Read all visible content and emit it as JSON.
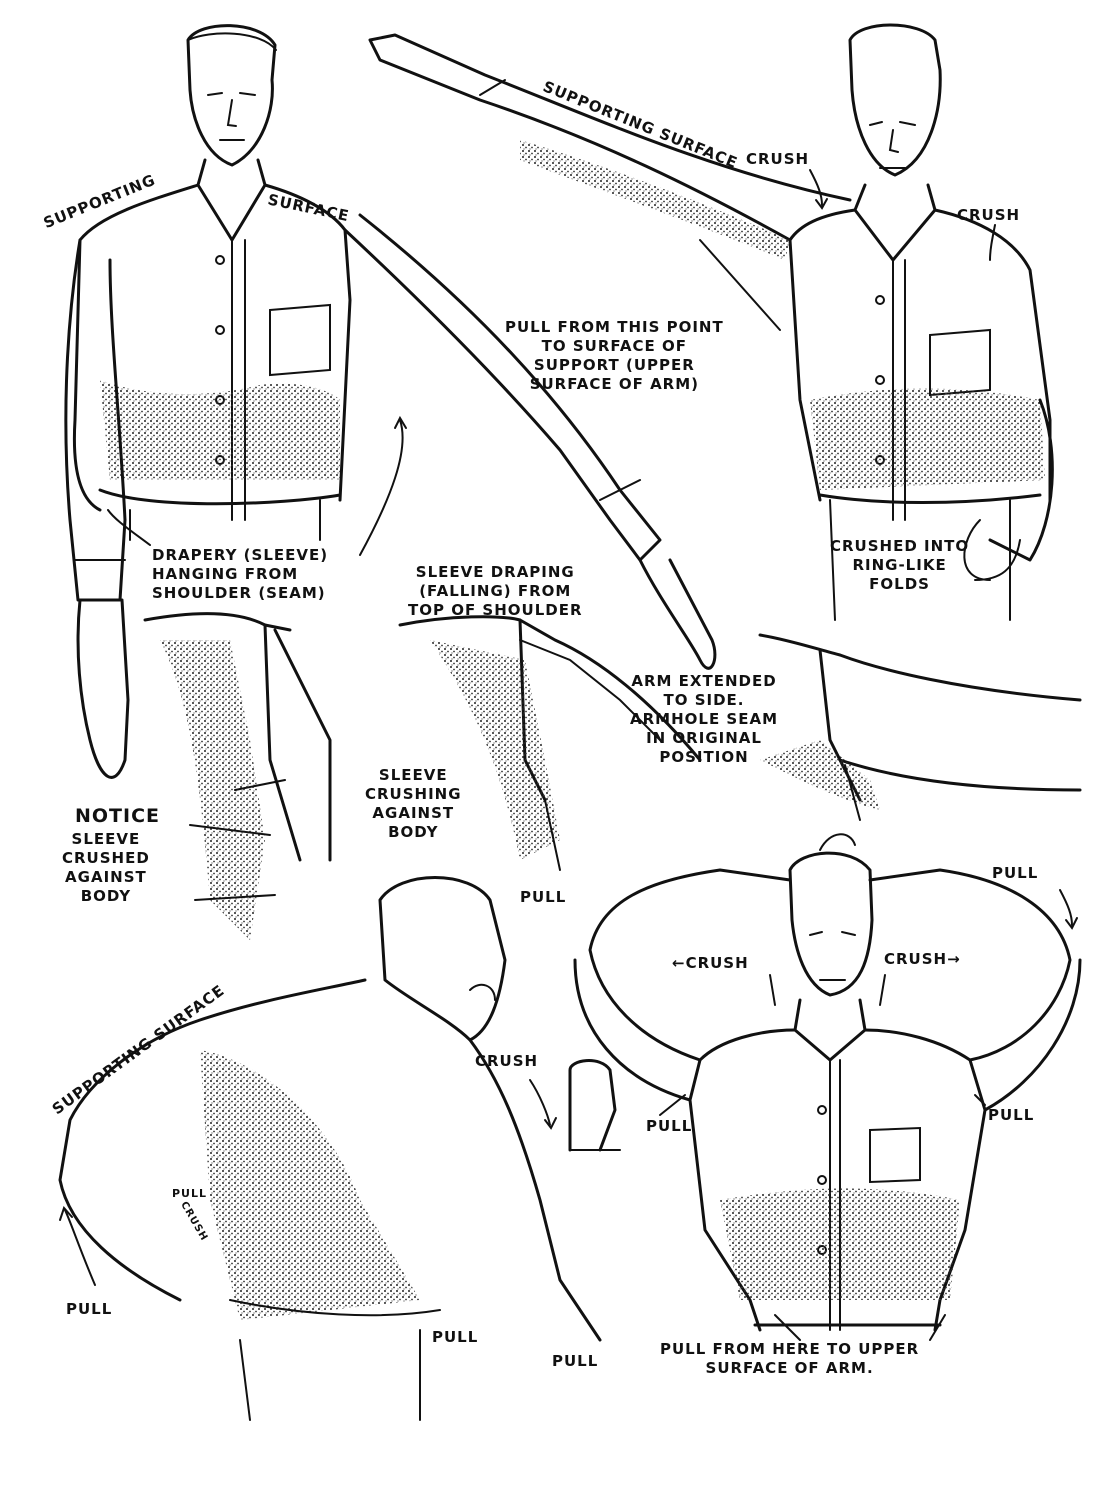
{
  "illustration": {
    "subject": "Shirt sleeve drapery study: supporting surfaces, crush and pull",
    "ink_color": "#111111",
    "background_color": "#ffffff"
  },
  "figures": [
    {
      "id": "front-arm-out",
      "description": "Man in shirt, front view, right arm extended diagonally down",
      "labels": {
        "supporting": "SUPPORTING",
        "surface": "SURFACE",
        "drapery": "DRAPERY (SLEEVE)\nHANGING FROM\nSHOULDER (SEAM)"
      }
    },
    {
      "id": "front-arm-raised",
      "description": "Man in shirt, arm raised to the side and forward",
      "labels": {
        "supporting_surface": "SUPPORTING SURFACE",
        "crush_left": "CRUSH",
        "crush_right": "CRUSH",
        "pull_note": "PULL FROM THIS POINT\nTO SURFACE OF\nSUPPORT (UPPER\nSURFACE OF ARM)",
        "ring_folds": "CRUSHED INTO\nRING-LIKE\nFOLDS"
      }
    },
    {
      "id": "detail-arm-down",
      "description": "Close-up of armpit with arm lowered",
      "labels": {
        "notice": "NOTICE",
        "notice_body": "SLEEVE\nCRUSHED\nAGAINST\nBODY"
      }
    },
    {
      "id": "detail-arm-slightly-raised",
      "description": "Close-up of shoulder with sleeve draping",
      "labels": {
        "draping": "SLEEVE DRAPING\n(FALLING) FROM\nTOP OF SHOULDER",
        "crushing": "SLEEVE\nCRUSHING\nAGAINST\nBODY",
        "pull": "PULL"
      }
    },
    {
      "id": "detail-arm-extended",
      "description": "Close-up of arm extended to side",
      "labels": {
        "extended": "ARM EXTENDED\nTO SIDE.\nARMHOLE SEAM\nIN ORIGINAL\nPOSITION"
      }
    },
    {
      "id": "back-view",
      "description": "Man from behind, one hand on hip, other fist raised",
      "labels": {
        "supporting_surface": "SUPPORTING SURFACE",
        "crush": "CRUSH",
        "pull_small": "PULL",
        "crush_small": "CRUSH",
        "pull_left": "PULL",
        "pull_mid": "PULL",
        "pull_elbow": "PULL"
      }
    },
    {
      "id": "hands-on-head",
      "description": "Man with both hands behind head",
      "labels": {
        "pull_top": "PULL",
        "crush_left": "←CRUSH",
        "crush_right": "CRUSH→",
        "pull_left": "PULL",
        "pull_right": "PULL",
        "bottom_note": "PULL FROM HERE TO UPPER\nSURFACE OF ARM."
      }
    }
  ]
}
